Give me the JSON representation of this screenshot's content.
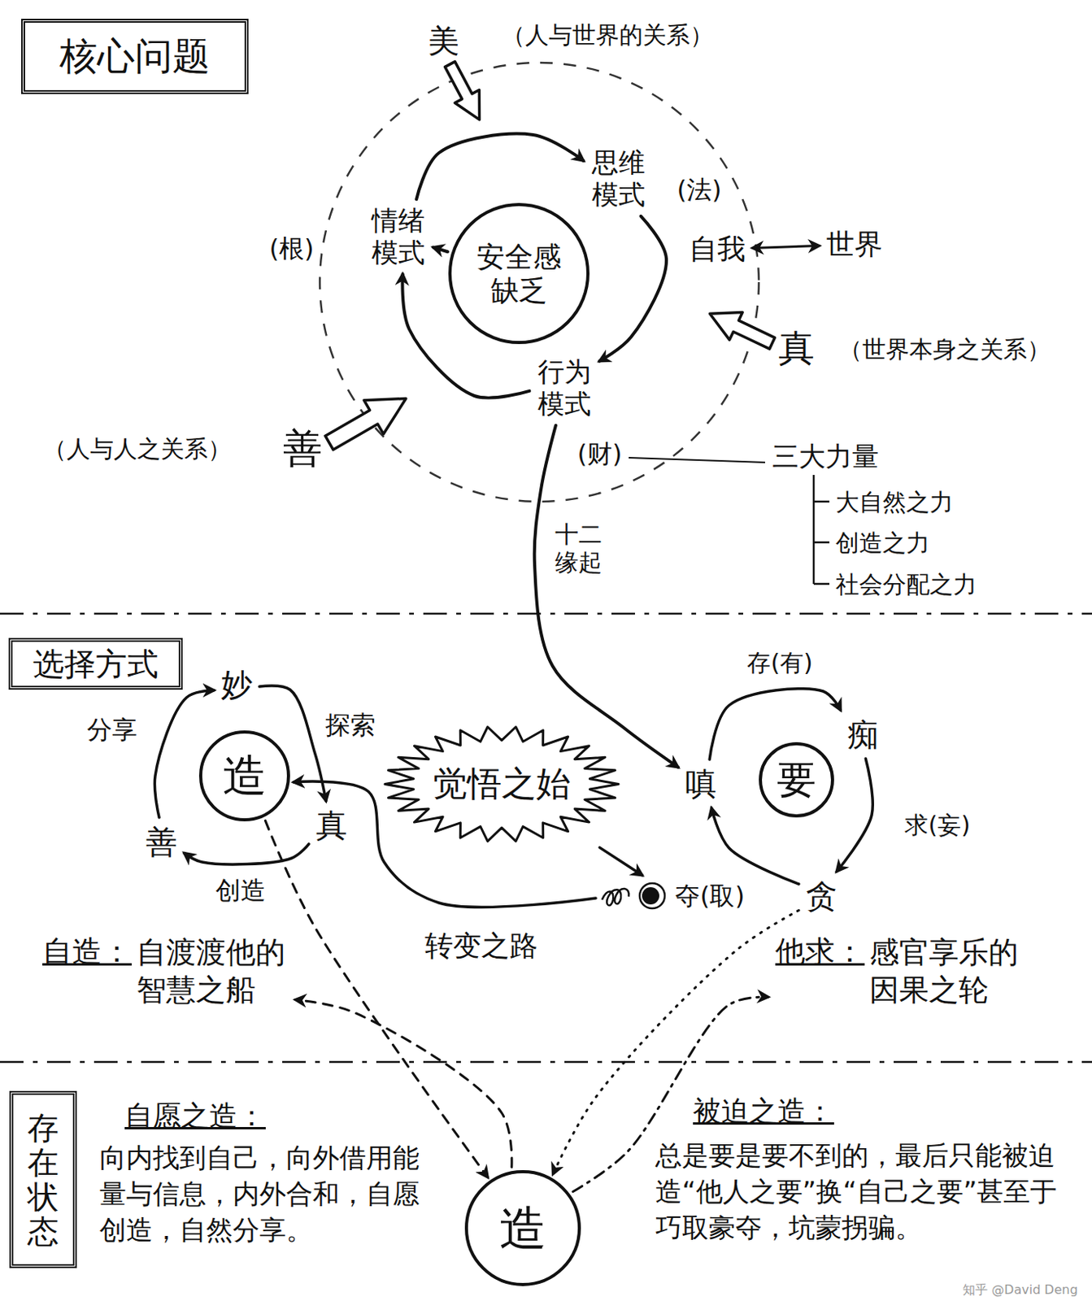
{
  "diagram": {
    "nodes": [
      {
        "text": [
          "核心问题"
        ]
      },
      {
        "text": [
          "安全感缺乏"
        ]
      },
      {
        "text": [
          "情绪模式"
        ]
      },
      {
        "text": [
          "思维模式"
        ]
      },
      {
        "text": [
          "行为模式"
        ]
      },
      {
        "text": [
          "自我"
        ]
      },
      {
        "text": [
          "世界"
        ]
      },
      {
        "text": [
          "选择方式"
        ]
      },
      {
        "text": [
          "造"
        ]
      },
      {
        "text": [
          "妙"
        ]
      },
      {
        "text": [
          "真"
        ]
      },
      {
        "text": [
          "善"
        ]
      },
      {
        "text": [
          "觉悟之始"
        ]
      },
      {
        "text": [
          "要"
        ]
      },
      {
        "text": [
          "嗔"
        ]
      },
      {
        "text": [
          "痴"
        ]
      },
      {
        "text": [
          "贪"
        ]
      },
      {
        "text": [
          "夺(取)"
        ]
      },
      {
        "text": [
          "自造：",
          "自渡渡他的智慧之船"
        ]
      },
      {
        "text": [
          "他求：",
          "感官享乐的因果之轮"
        ]
      },
      {
        "text": [
          "存在状态"
        ]
      },
      {
        "text": [
          "造"
        ]
      }
    ],
    "edges": [
      {
        "from": 1,
        "to": 2,
        "arrow": "to"
      },
      {
        "from": 2,
        "to": 3,
        "arrow": "to"
      },
      {
        "from": 3,
        "to": 4,
        "arrow": "to"
      },
      {
        "from": 4,
        "to": 2,
        "arrow": "to"
      },
      {
        "from": 5,
        "to": 6,
        "arrow": "both"
      },
      {
        "from": 4,
        "to": 14,
        "label": "十二缘起",
        "arrow": "to"
      },
      {
        "from": 9,
        "to": 10,
        "label": "探索",
        "arrow": "to"
      },
      {
        "from": 10,
        "to": 11,
        "label": "创造",
        "arrow": "to"
      },
      {
        "from": 11,
        "to": 9,
        "label": "分享",
        "arrow": "to"
      },
      {
        "from": 14,
        "to": 15,
        "label": "存(有)",
        "arrow": "to"
      },
      {
        "from": 15,
        "to": 16,
        "label": "求(妄)",
        "arrow": "to"
      },
      {
        "from": 16,
        "to": 14,
        "arrow": "to"
      },
      {
        "from": 12,
        "to": 17,
        "arrow": "to"
      },
      {
        "from": 17,
        "to": 8,
        "label": "转变之路",
        "arrow": "to"
      },
      {
        "from": 8,
        "to": 21,
        "arrow": "to"
      },
      {
        "from": 21,
        "to": 18,
        "arrow": "to"
      },
      {
        "from": 16,
        "to": 21,
        "arrow": "to"
      },
      {
        "from": 21,
        "to": 19,
        "arrow": "to"
      }
    ],
    "labels": [
      "(根)",
      "(法)",
      "(财)",
      "美",
      "（人与世界的关系）",
      "真",
      "（世界本身之关系）",
      "善",
      "（人与人之关系）",
      "三大力量",
      "大自然之力",
      "创造之力",
      "社会分配之力",
      "自愿之造：",
      "向内找到自己，向外借用能量与信息，内外合和，自愿创造，自然分享。",
      "被迫之造：",
      "总是要是要不到的，最后只能被迫造“他人之要”换“自己之要”甚至于巧取豪夺，坑蒙拐骗。",
      "知乎 @David Deng"
    ]
  }
}
